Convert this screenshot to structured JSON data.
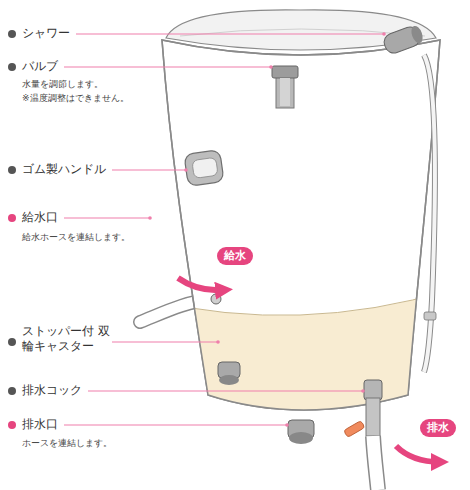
{
  "diagram": {
    "nodes": [
      {
        "text": [
          "給水"
        ]
      },
      {
        "text": [
          "排水"
        ]
      }
    ],
    "labels": [
      "シャワー",
      "バルブ",
      "水量を調節します。",
      "※温度調整はできません。",
      "ゴム製ハンドル",
      "給水口",
      "給水ホースを連結します。",
      "ストッパー付 双輪キャスター",
      "排水コック",
      "排水口",
      "ホースを連結します。"
    ]
  }
}
